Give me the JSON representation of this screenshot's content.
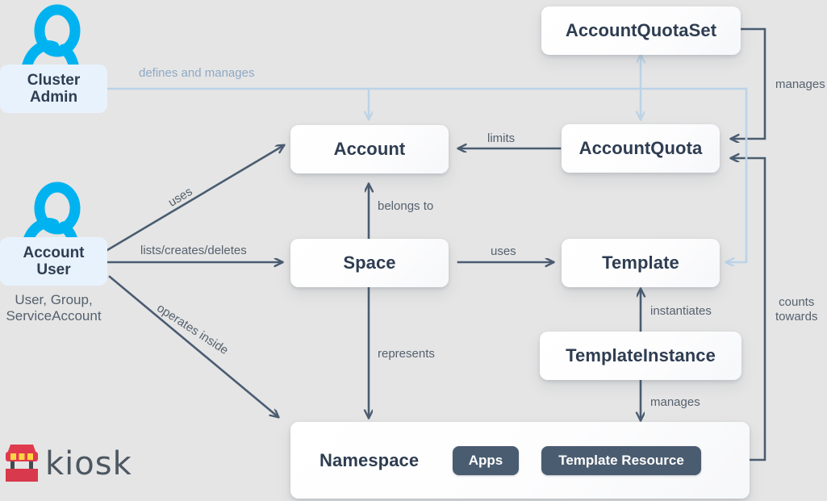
{
  "diagram": {
    "title": "kiosk",
    "background_color": "#e5e5e5",
    "accent_blue": "#00b3f0",
    "node_text_color": "#2e3d51",
    "edge_color": "#4a5c70",
    "light_edge_color": "#bcd3e8",
    "badge_color": "#4a5c70"
  },
  "actors": [
    {
      "id": "cluster-admin",
      "icon": "person-icon",
      "label_line1": "Cluster",
      "label_line2": "Admin",
      "subtext": ""
    },
    {
      "id": "account-user",
      "icon": "person-icon",
      "label_line1": "Account",
      "label_line2": "User",
      "subtext_line1": "User, Group,",
      "subtext_line2": "ServiceAccount"
    }
  ],
  "nodes": [
    {
      "id": "account-quota-set",
      "label": "AccountQuotaSet"
    },
    {
      "id": "account",
      "label": "Account"
    },
    {
      "id": "account-quota",
      "label": "AccountQuota"
    },
    {
      "id": "space",
      "label": "Space"
    },
    {
      "id": "template",
      "label": "Template"
    },
    {
      "id": "template-instance",
      "label": "TemplateInstance"
    },
    {
      "id": "namespace",
      "label": "Namespace"
    }
  ],
  "badges": [
    {
      "id": "apps",
      "label": "Apps"
    },
    {
      "id": "template-resource",
      "label": "Template Resource"
    }
  ],
  "edges": [
    {
      "id": "defines-and-manages",
      "label": "defines and manages",
      "from": "cluster-admin",
      "to": "account / account-quota-set / account-quota / template",
      "style": "light"
    },
    {
      "id": "uses-account",
      "label": "uses",
      "from": "account-user",
      "to": "account",
      "style": "solid"
    },
    {
      "id": "lists-creates-deletes",
      "label": "lists/creates/deletes",
      "from": "account-user",
      "to": "space",
      "style": "solid"
    },
    {
      "id": "operates-inside",
      "label": "operates inside",
      "from": "account-user",
      "to": "namespace",
      "style": "solid"
    },
    {
      "id": "limits",
      "label": "limits",
      "from": "account-quota",
      "to": "account",
      "style": "solid"
    },
    {
      "id": "belongs-to",
      "label": "belongs to",
      "from": "space",
      "to": "account",
      "style": "solid"
    },
    {
      "id": "uses-template",
      "label": "uses",
      "from": "space",
      "to": "template",
      "style": "solid"
    },
    {
      "id": "represents",
      "label": "represents",
      "from": "space",
      "to": "namespace",
      "style": "solid"
    },
    {
      "id": "instantiates",
      "label": "instantiates",
      "from": "template-instance",
      "to": "template",
      "style": "solid"
    },
    {
      "id": "manages-ns",
      "label": "manages",
      "from": "template-instance",
      "to": "namespace",
      "style": "solid"
    },
    {
      "id": "manages-quota",
      "label": "manages",
      "from": "account-quota-set",
      "to": "account-quota",
      "style": "solid"
    },
    {
      "id": "counts-towards",
      "label_line1": "counts",
      "label_line2": "towards",
      "label": "counts towards",
      "from": "namespace",
      "to": "account-quota",
      "style": "solid"
    }
  ]
}
